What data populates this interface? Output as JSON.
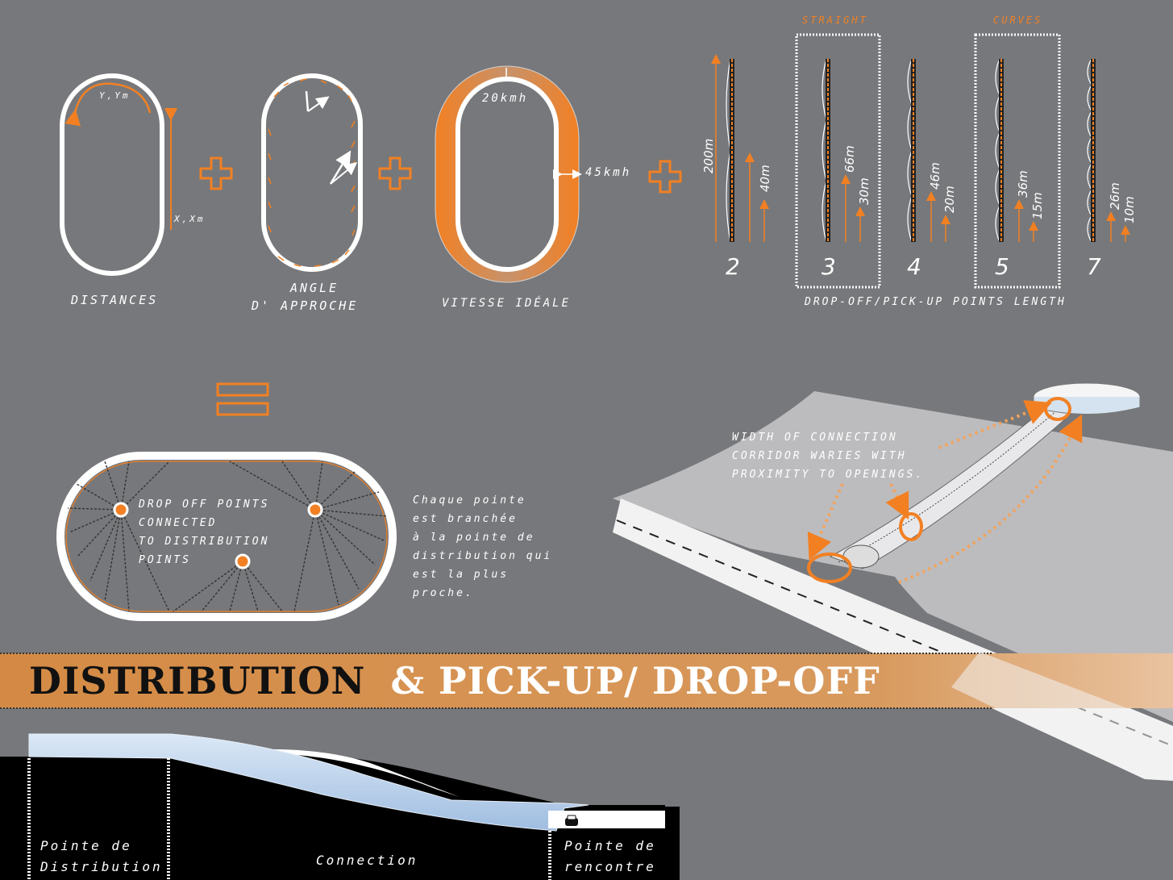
{
  "formula": {
    "distances": {
      "caption": "DISTANCES",
      "y_label": "Y,Ym",
      "x_label": "X,Xm"
    },
    "angle": {
      "caption_line1": "ANGLE",
      "caption_line2": "D' APPROCHE"
    },
    "speed": {
      "caption": "VITESSE IDÉALE",
      "inner_speed": "20kmh",
      "outer_speed": "45kmh"
    },
    "lengths": {
      "caption": "DROP-OFF/PICK-UP POINTS LENGTH",
      "straight_label": "STRAIGHT",
      "curves_label": "CURVES",
      "columns": [
        {
          "number": "2",
          "long": "200m",
          "short": "40m"
        },
        {
          "number": "3",
          "long": "66m",
          "short": "30m"
        },
        {
          "number": "4",
          "long": "46m",
          "short": "20m"
        },
        {
          "number": "5",
          "long": "36m",
          "short": "15m"
        },
        {
          "number": "7",
          "long": "26m",
          "short": "10m"
        }
      ]
    }
  },
  "distribution": {
    "inner_label": [
      "DROP OFF POINTS",
      "CONNECTED",
      "TO DISTRIBUTION",
      "POINTS"
    ],
    "note": [
      "Chaque pointe",
      "est branchée",
      "à la pointe de",
      "distribution qui",
      "est la plus",
      "proche."
    ]
  },
  "corridor": {
    "note": [
      "WIDTH OF CONNECTION",
      "CORRIDOR WARIES WITH",
      "PROXIMITY TO OPENINGS."
    ]
  },
  "banner": {
    "part1": "DISTRIBUTION",
    "part2": "& PICK-UP/",
    "part3": "DROP-OFF"
  },
  "section": {
    "left_label": [
      "Pointe de",
      "Distribution"
    ],
    "middle_label": "Connection",
    "right_label": [
      "Pointe de",
      "rencontre"
    ]
  },
  "colors": {
    "accent": "#f28023",
    "background": "#77787b",
    "banner": "#d89050",
    "ice": "#bcd3ec"
  }
}
